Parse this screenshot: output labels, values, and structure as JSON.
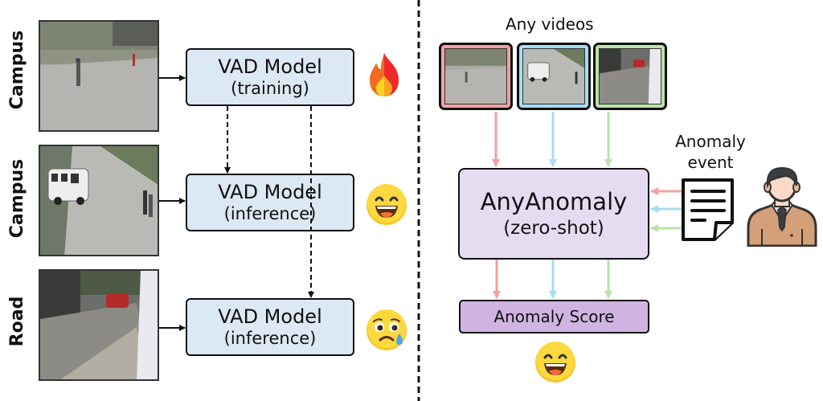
{
  "left_panel": {
    "rows": [
      {
        "scene_label": "Campus",
        "model_title": "VAD Model",
        "model_mode": "(training)",
        "status_icon": "fire-icon"
      },
      {
        "scene_label": "Campus",
        "model_title": "VAD Model",
        "model_mode": "(inference)",
        "status_icon": "grinning-face-icon"
      },
      {
        "scene_label": "Road",
        "model_title": "VAD Model",
        "model_mode": "(inference)",
        "status_icon": "crying-face-icon"
      }
    ]
  },
  "right_panel": {
    "videos_title": "Any videos",
    "video_frame_colors": [
      "#f4a0a0",
      "#a6dcf5",
      "#b9e3a8"
    ],
    "event_label_line1": "Anomaly",
    "event_label_line2": "event",
    "main_model_title": "AnyAnomaly",
    "main_model_mode": "(zero-shot)",
    "output_label": "Anomaly Score",
    "output_icon": "grinning-face-icon"
  },
  "colors": {
    "vad_box_fill": "#dde8f5",
    "anyanomaly_fill": "#e6dcf2",
    "score_fill": "#cfb4e2",
    "arrow_red": "#f4a0a0",
    "arrow_blue": "#a6dcf5",
    "arrow_green": "#b9e3a8"
  }
}
